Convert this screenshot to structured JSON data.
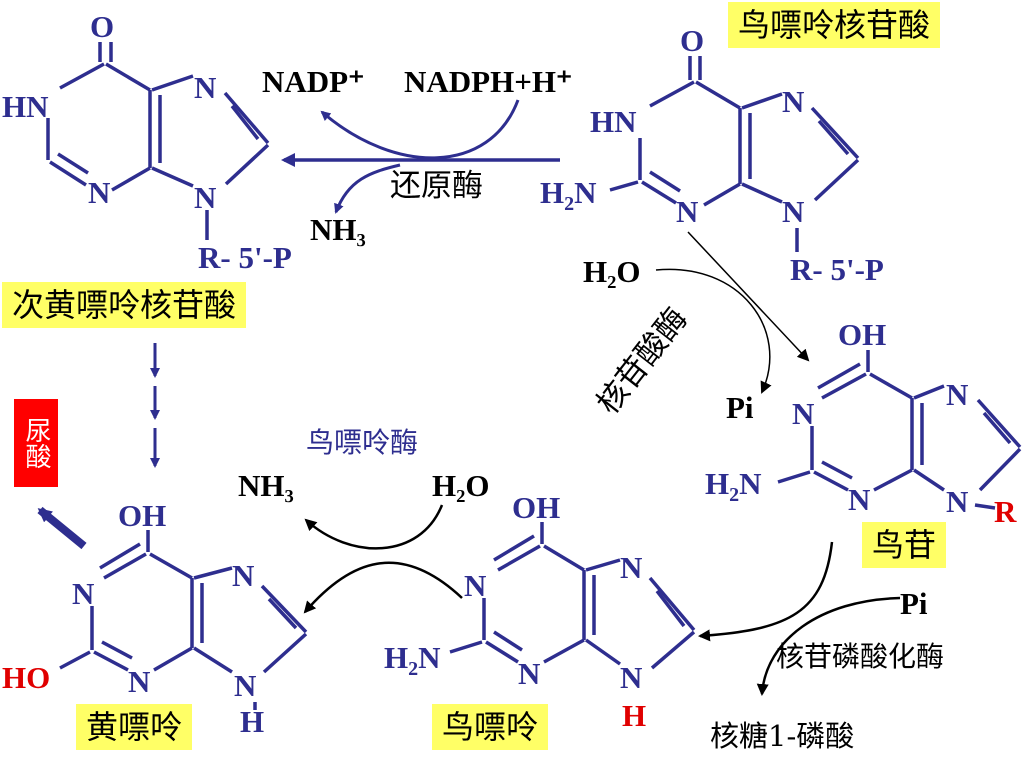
{
  "colors": {
    "structure": "#2e2e8f",
    "reagent": "#000000",
    "label_bg": "#ffff66",
    "red": "#e00000",
    "urine_bg": "#ff0000",
    "urine_text": "#ffffff",
    "arrow": "#2e2e8f"
  },
  "compounds": {
    "imp": {
      "name": "次黄嘌呤核苷酸",
      "O": "O",
      "HN": "HN",
      "N3": "N",
      "N7": "N",
      "N9": "N",
      "sub": "R- 5'-P"
    },
    "gmp": {
      "name": "鸟嘌呤核苷酸",
      "O": "O",
      "HN": "HN",
      "N3": "N",
      "N7": "N",
      "N9": "N",
      "sub": "R- 5'-P"
    },
    "guanosine": {
      "name": "鸟苷",
      "OH": "OH",
      "N1": "N",
      "N3": "N",
      "N7": "N",
      "N9": "N",
      "R": "R"
    },
    "guanine": {
      "name": "鸟嘌呤",
      "OH": "OH",
      "N1": "N",
      "N3": "N",
      "N7": "N",
      "N9": "N",
      "H": "H"
    },
    "xanthine": {
      "name": "黄嘌呤",
      "OH": "OH",
      "N1": "N",
      "N3": "N",
      "N7": "N",
      "N9": "N",
      "H": "H",
      "HO": "HO"
    }
  },
  "reagents": {
    "nadp": "NADP⁺",
    "nadph": "NADPH+H⁺",
    "nh3_top": "NH₃",
    "h2o_nucleotidase": "H₂O",
    "pi_nucleotidase": "Pi",
    "nh3_deaminase": "NH₃",
    "h2o_deaminase": "H₂O",
    "pi_phosphorylase": "Pi",
    "ribose1p": "核糖1-磷酸"
  },
  "enzymes": {
    "reductase": "还原酶",
    "nucleotidase": "核苷酸酶",
    "deaminase": "鸟嘌呤酶",
    "phosphorylase": "核苷磷酸化酶"
  },
  "product": {
    "uric_acid": "尿酸"
  }
}
